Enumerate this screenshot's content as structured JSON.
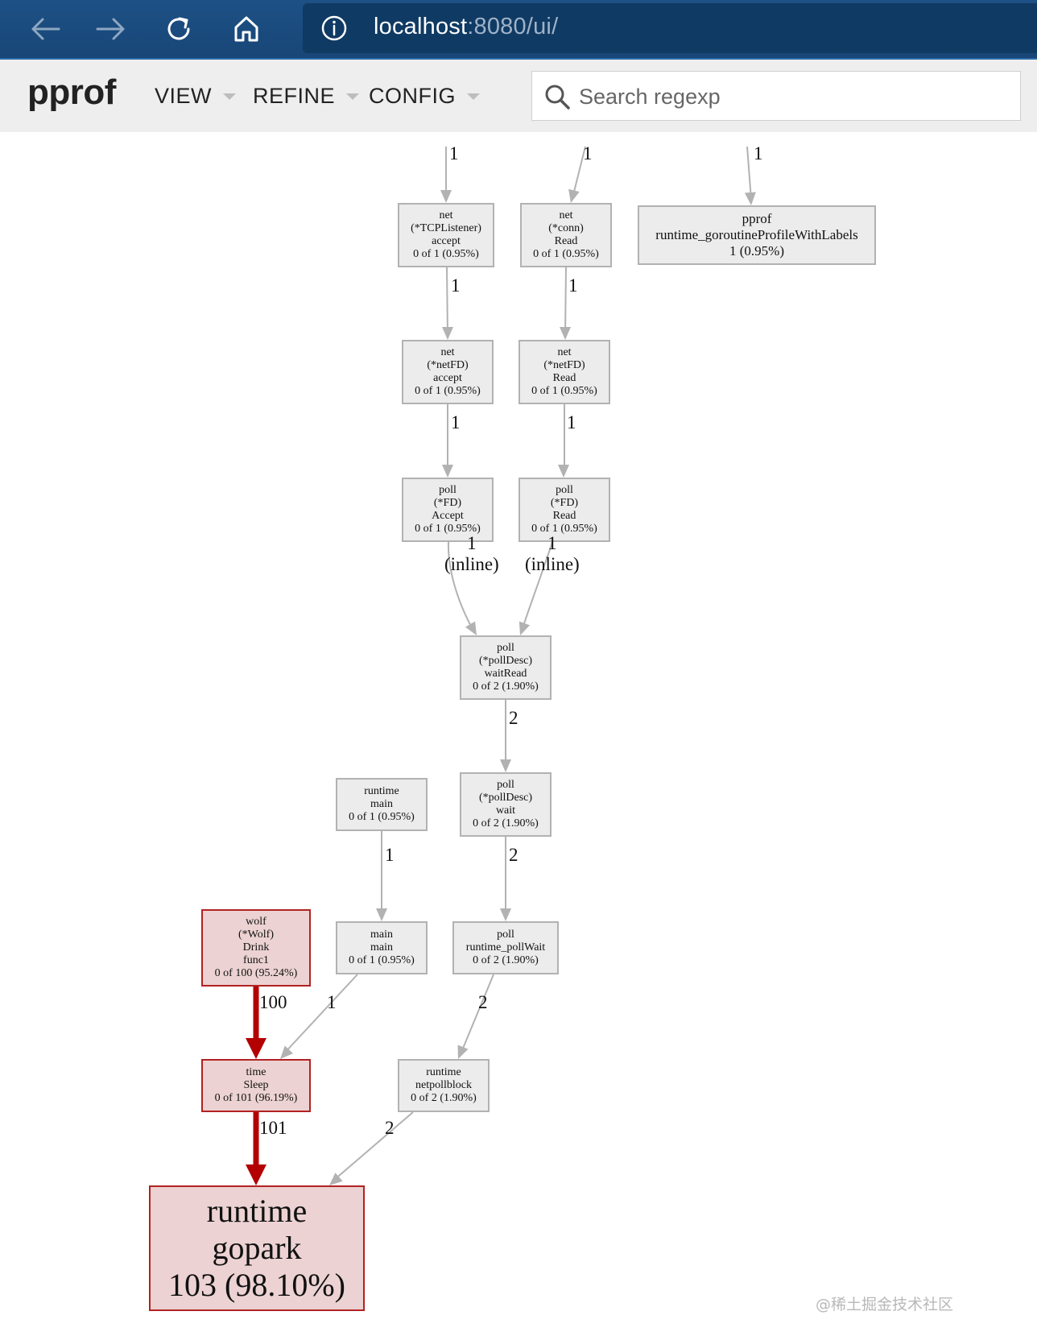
{
  "browser": {
    "url_host": "localhost",
    "url_rest": ":8080/ui/"
  },
  "app": {
    "logo": "pprof",
    "menus": [
      "VIEW",
      "REFINE",
      "CONFIG"
    ],
    "search_placeholder": "Search regexp"
  },
  "graph": {
    "nodes": [
      {
        "id": "net_tcp_accept",
        "lines": [
          "net",
          "(*TCPListener)",
          "accept",
          "0 of 1 (0.95%)"
        ]
      },
      {
        "id": "net_conn_read",
        "lines": [
          "net",
          "(*conn)",
          "Read",
          "0 of 1 (0.95%)"
        ]
      },
      {
        "id": "pprof_labels",
        "lines": [
          "pprof",
          "runtime_goroutineProfileWithLabels",
          "1 (0.95%)"
        ]
      },
      {
        "id": "net_netfd_accept",
        "lines": [
          "net",
          "(*netFD)",
          "accept",
          "0 of 1 (0.95%)"
        ]
      },
      {
        "id": "net_netfd_read",
        "lines": [
          "net",
          "(*netFD)",
          "Read",
          "0 of 1 (0.95%)"
        ]
      },
      {
        "id": "poll_fd_accept",
        "lines": [
          "poll",
          "(*FD)",
          "Accept",
          "0 of 1 (0.95%)"
        ]
      },
      {
        "id": "poll_fd_read",
        "lines": [
          "poll",
          "(*FD)",
          "Read",
          "0 of 1 (0.95%)"
        ]
      },
      {
        "id": "poll_desc_waitread",
        "lines": [
          "poll",
          "(*pollDesc)",
          "waitRead",
          "0 of 2 (1.90%)"
        ]
      },
      {
        "id": "runtime_main",
        "lines": [
          "runtime",
          "main",
          "0 of 1 (0.95%)"
        ]
      },
      {
        "id": "poll_desc_wait",
        "lines": [
          "poll",
          "(*pollDesc)",
          "wait",
          "0 of 2 (1.90%)"
        ]
      },
      {
        "id": "wolf_drink",
        "lines": [
          "wolf",
          "(*Wolf)",
          "Drink",
          "func1",
          "0 of 100 (95.24%)"
        ]
      },
      {
        "id": "main_main",
        "lines": [
          "main",
          "main",
          "0 of 1 (0.95%)"
        ]
      },
      {
        "id": "poll_runtime_pollwait",
        "lines": [
          "poll",
          "runtime_pollWait",
          "0 of 2 (1.90%)"
        ]
      },
      {
        "id": "time_sleep",
        "lines": [
          "time",
          "Sleep",
          "0 of 101 (96.19%)"
        ]
      },
      {
        "id": "runtime_netpollblock",
        "lines": [
          "runtime",
          "netpollblock",
          "0 of 2 (1.90%)"
        ]
      },
      {
        "id": "runtime_gopark",
        "lines": [
          "runtime",
          "gopark",
          "103 (98.10%)"
        ]
      }
    ],
    "edges": [
      {
        "from": "",
        "to": "net_tcp_accept",
        "label": "1"
      },
      {
        "from": "",
        "to": "net_conn_read",
        "label": "1"
      },
      {
        "from": "",
        "to": "pprof_labels",
        "label": "1"
      },
      {
        "from": "net_tcp_accept",
        "to": "net_netfd_accept",
        "label": "1"
      },
      {
        "from": "net_conn_read",
        "to": "net_netfd_read",
        "label": "1"
      },
      {
        "from": "net_netfd_accept",
        "to": "poll_fd_accept",
        "label": "1"
      },
      {
        "from": "net_netfd_read",
        "to": "poll_fd_read",
        "label": "1"
      },
      {
        "from": "poll_fd_accept",
        "to": "poll_desc_waitread",
        "label": "1",
        "note": "(inline)"
      },
      {
        "from": "poll_fd_read",
        "to": "poll_desc_waitread",
        "label": "1",
        "note": "(inline)"
      },
      {
        "from": "poll_desc_waitread",
        "to": "poll_desc_wait",
        "label": "2"
      },
      {
        "from": "runtime_main",
        "to": "main_main",
        "label": "1"
      },
      {
        "from": "poll_desc_wait",
        "to": "poll_runtime_pollwait",
        "label": "2"
      },
      {
        "from": "wolf_drink",
        "to": "time_sleep",
        "label": "100"
      },
      {
        "from": "main_main",
        "to": "time_sleep",
        "label": "1"
      },
      {
        "from": "poll_runtime_pollwait",
        "to": "runtime_netpollblock",
        "label": "2"
      },
      {
        "from": "time_sleep",
        "to": "runtime_gopark",
        "label": "101"
      },
      {
        "from": "runtime_netpollblock",
        "to": "runtime_gopark",
        "label": "2"
      }
    ]
  },
  "colors": {
    "chrome": "#1b4c7e",
    "hot_edge": "#b30000",
    "hot_node_fill": "#ecd2d2",
    "cold_edge": "#b2b2b2",
    "cold_node_fill": "#ececec"
  },
  "watermark": "@稀土掘金技术社区"
}
